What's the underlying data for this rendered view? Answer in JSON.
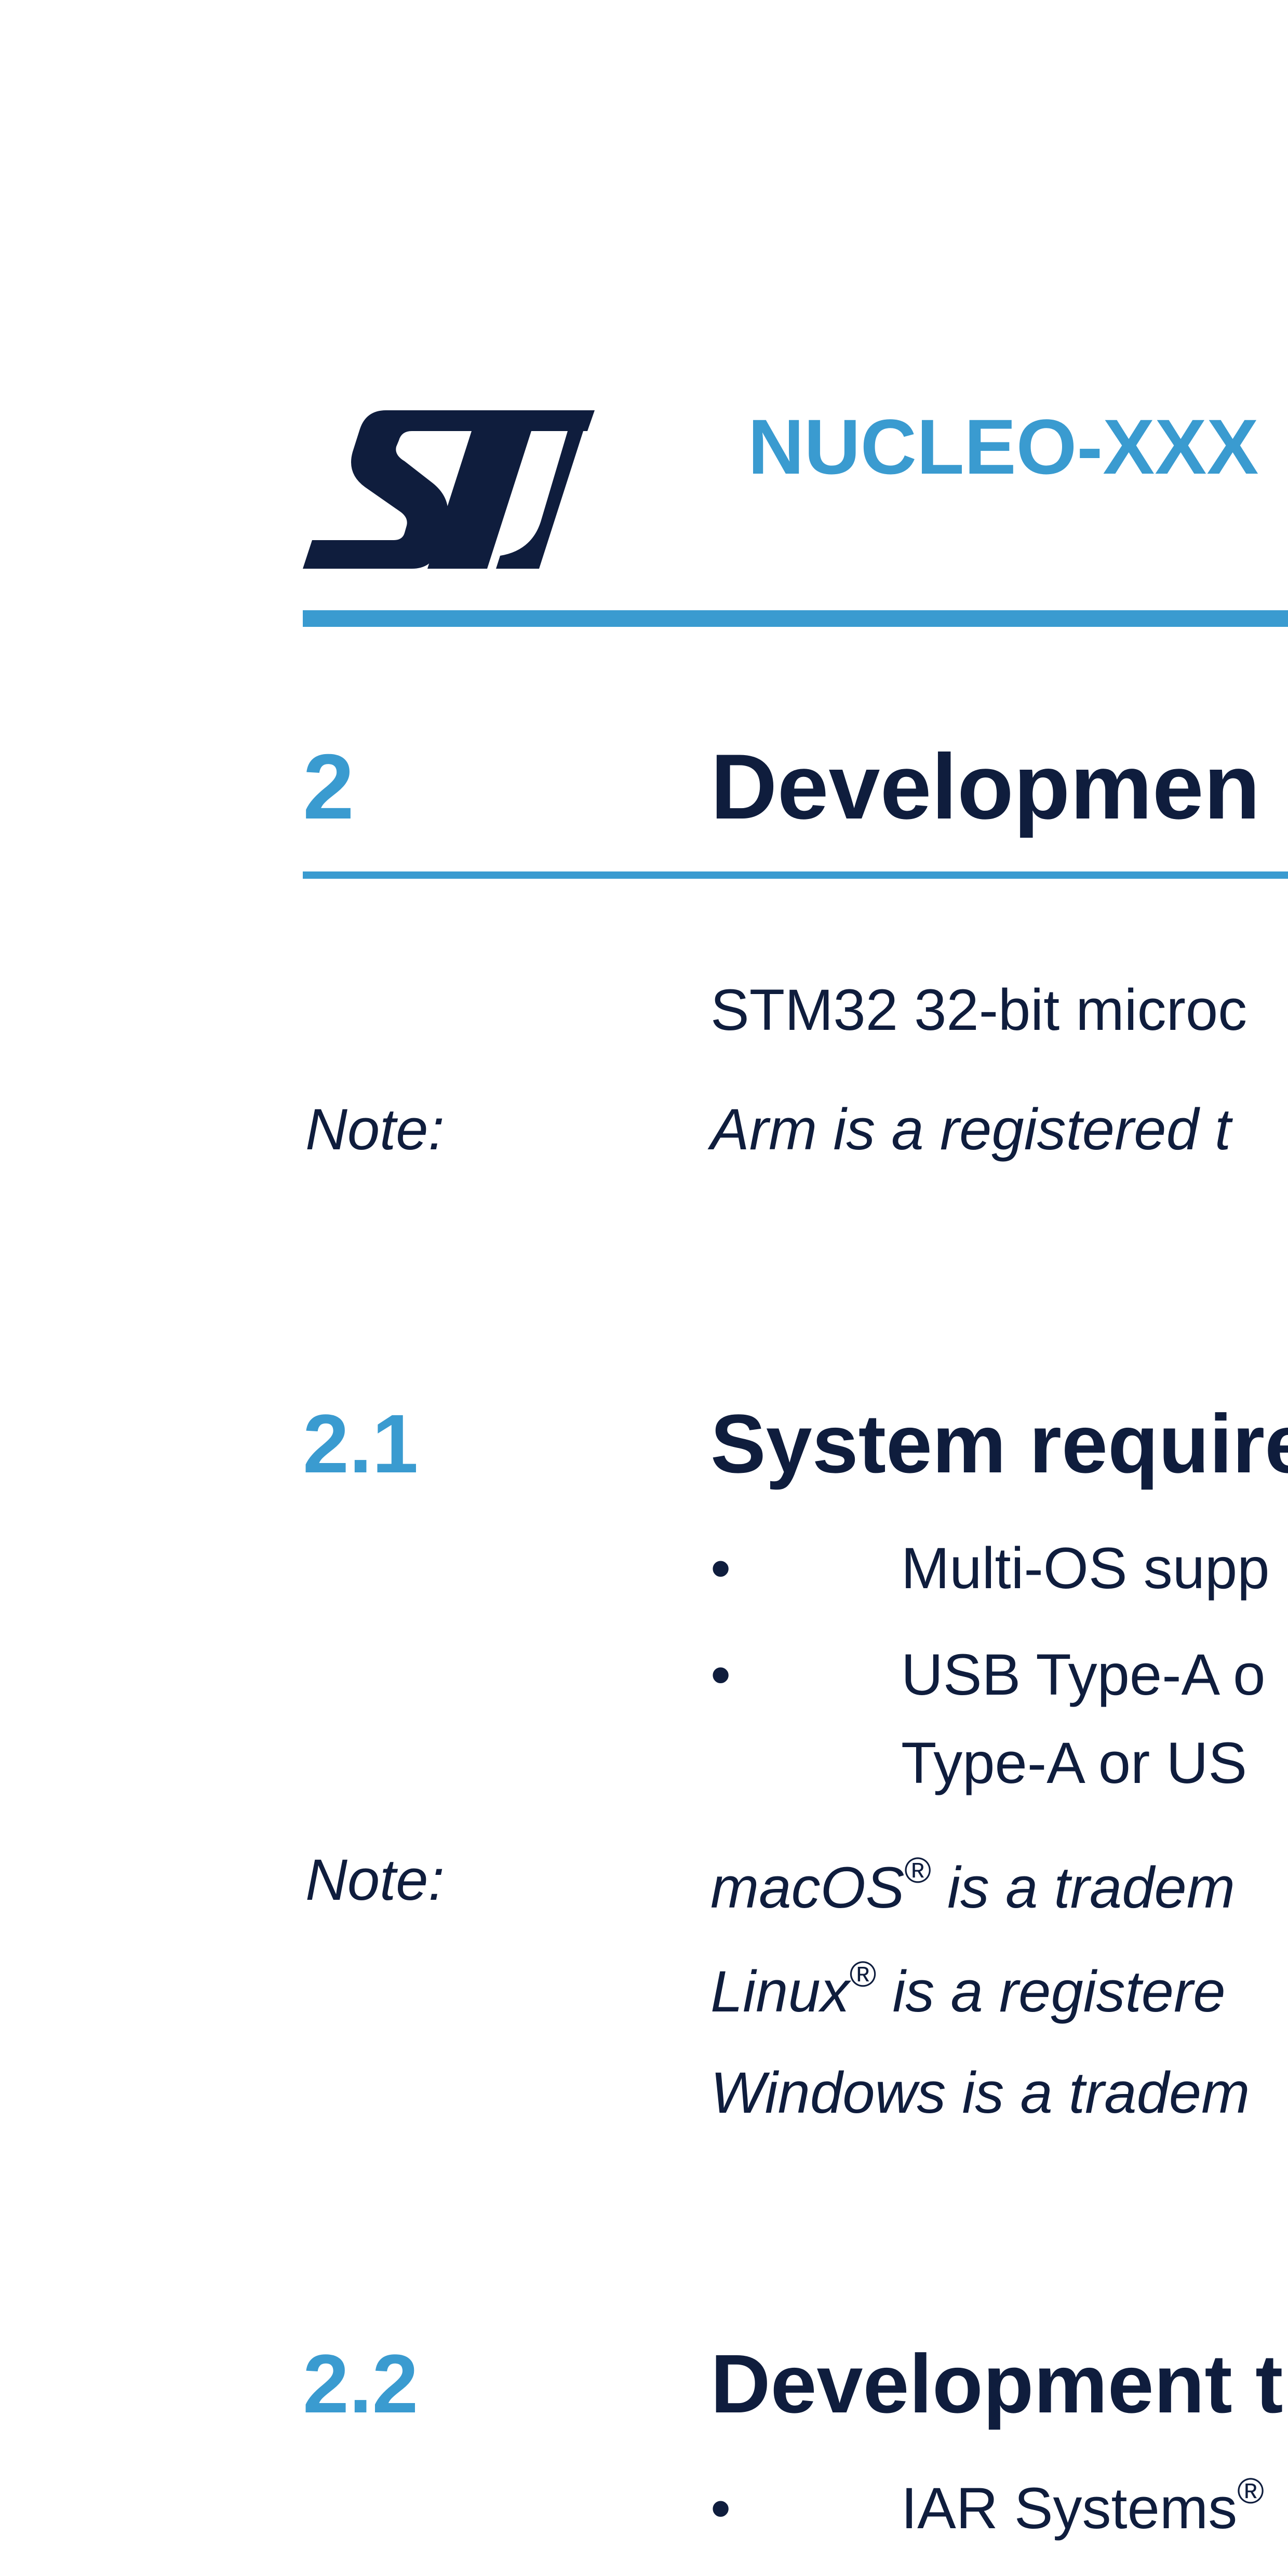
{
  "header": {
    "logo_text": "ST",
    "doc_title": "NUCLEO-XXX"
  },
  "section": {
    "number": "2",
    "title": "Developmen",
    "intro": "STM32 32-bit microc",
    "note_label": "Note:",
    "note_text": "Arm is a registered t"
  },
  "subsection_1": {
    "number": "2.1",
    "title": "System require",
    "bullets": [
      {
        "marker": "•",
        "line1": "Multi-OS supp",
        "line2": ""
      },
      {
        "marker": "•",
        "line1": "USB Type-A o",
        "line2": "Type-A or US"
      }
    ],
    "note_label": "Note:",
    "notes": [
      {
        "pre": "macOS",
        "reg": "®",
        "post": " is a tradem"
      },
      {
        "pre": "Linux",
        "reg": "®",
        "post": " is a registere"
      },
      {
        "pre": "Windows is a tradem",
        "reg": "",
        "post": ""
      }
    ]
  },
  "subsection_2": {
    "number": "2.2",
    "title": "Development t",
    "bullets": [
      {
        "marker": "•",
        "text": "IAR Systems",
        "reg": "®"
      }
    ]
  },
  "colors": {
    "accent": "#3a9bd0",
    "text": "#0f1d3d"
  }
}
